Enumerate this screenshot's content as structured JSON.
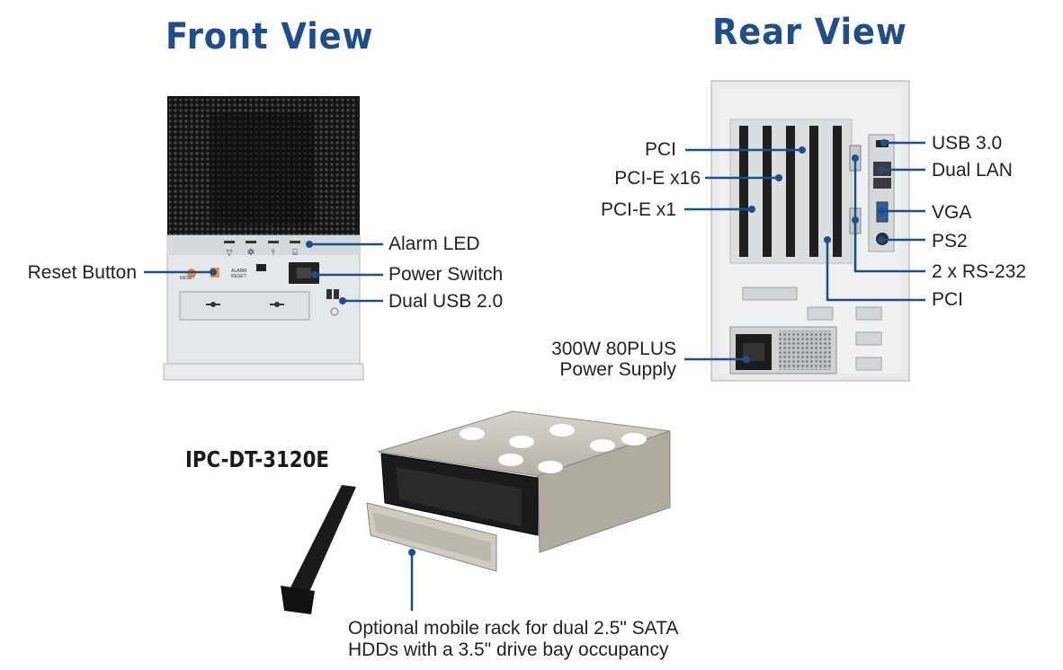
{
  "titles": {
    "front": "Front View",
    "rear": "Rear View"
  },
  "model": "IPC-DT-3120E",
  "front_labels": {
    "alarm_led": "Alarm LED",
    "reset_button": "Reset Button",
    "power_switch": "Power Switch",
    "dual_usb2": "Dual USB 2.0"
  },
  "front_panel_text": {
    "alarm": "ALARM",
    "reset": "RESET",
    "reset_small": "RESET"
  },
  "rear_labels": {
    "pci_top": "PCI",
    "pcie_x16": "PCI-E x16",
    "pcie_x1": "PCI-E x1",
    "usb3": "USB 3.0",
    "dual_lan": "Dual LAN",
    "vga": "VGA",
    "ps2": "PS2",
    "rs232": "2 x RS-232",
    "pci_bottom": "PCI",
    "psu_line1": "300W 80PLUS",
    "psu_line2": "Power Supply"
  },
  "rack_caption": {
    "line1": "Optional mobile rack for dual 2.5\" SATA",
    "line2": "HDDs with a 3.5\" drive bay occupancy"
  },
  "colors": {
    "title": "#1f4e8c",
    "callout": "#1f4e8c",
    "chassis": "#e6e9ec",
    "mesh": "#1b1b1b"
  }
}
